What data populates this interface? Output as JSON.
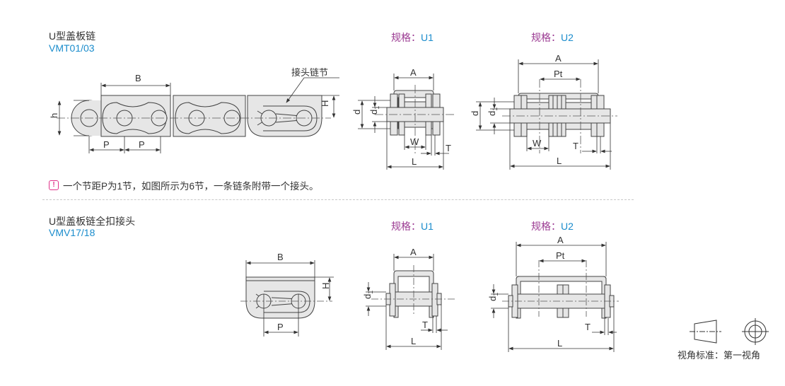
{
  "section1": {
    "title": "U型盖板链",
    "code": "VMT01/03",
    "spec_u1_key": "规格：",
    "spec_u1_val": "U1",
    "spec_u2_key": "规格：",
    "spec_u2_val": "U2",
    "side_view_labels": {
      "B": "B",
      "h": "h",
      "H": "H",
      "P1": "P",
      "P2": "P",
      "joint": "接头链节"
    },
    "u1_labels": {
      "A": "A",
      "d": "d",
      "d1": "d",
      "d1_sub": "1",
      "W": "W",
      "T": "T",
      "L": "L"
    },
    "u2_labels": {
      "A": "A",
      "Pt": "Pt",
      "d": "d",
      "d1": "d",
      "d1_sub": "1",
      "W": "W",
      "T": "T",
      "L": "L"
    }
  },
  "note": {
    "icon": "warning-icon",
    "icon_glyph": "!",
    "text": "一个节距P为1节，如图所示为6节，一条链条附带一个接头。"
  },
  "section2": {
    "title": "U型盖板链全扣接头",
    "code": "VMV17/18",
    "spec_u1_key": "规格：",
    "spec_u1_val": "U1",
    "spec_u2_key": "规格：",
    "spec_u2_val": "U2",
    "side_view_labels": {
      "B": "B",
      "H": "H",
      "P": "P"
    },
    "u1_labels": {
      "A": "A",
      "d1": "d",
      "d1_sub": "1",
      "T": "T",
      "L": "L"
    },
    "u2_labels": {
      "A": "A",
      "Pt": "Pt",
      "d1": "d",
      "d1_sub": "1",
      "T": "T",
      "L": "L"
    }
  },
  "projection": {
    "label": "视角标准：第一视角"
  },
  "colors": {
    "accent_blue": "#1a8ccc",
    "spec_purple": "#9b3a92",
    "warning_pink": "#e0348a",
    "part_fill": "#e6e6e6",
    "line": "#444444"
  }
}
